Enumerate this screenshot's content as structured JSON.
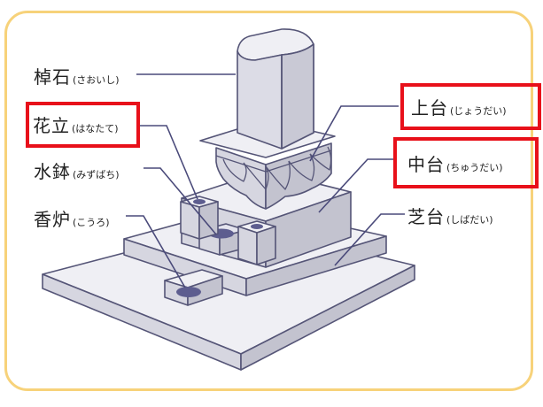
{
  "colors": {
    "frame_border": "#f7d27a",
    "stone_top": "#efeff4",
    "stone_front": "#d6d6e0",
    "stone_side": "#c3c3cf",
    "outline": "#555577",
    "leader": "#4a4a7a",
    "highlight": "#e8101a",
    "bowl": "#5d5d8f"
  },
  "labels": {
    "saoishi": {
      "kanji": "棹石",
      "kana": "(さおいし)"
    },
    "hanatate": {
      "kanji": "花立",
      "kana": "(はなたて)",
      "highlighted": true
    },
    "mizubachi": {
      "kanji": "水鉢",
      "kana": "(みずばち)"
    },
    "kouro": {
      "kanji": "香炉",
      "kana": "(こうろ)"
    },
    "joudai": {
      "kanji": "上台",
      "kana": "(じょうだい)",
      "highlighted": true
    },
    "chudai": {
      "kanji": "中台",
      "kana": "(ちゅうだい)",
      "highlighted": true
    },
    "shibadai": {
      "kanji": "芝台",
      "kana": "(しばだい)"
    }
  }
}
